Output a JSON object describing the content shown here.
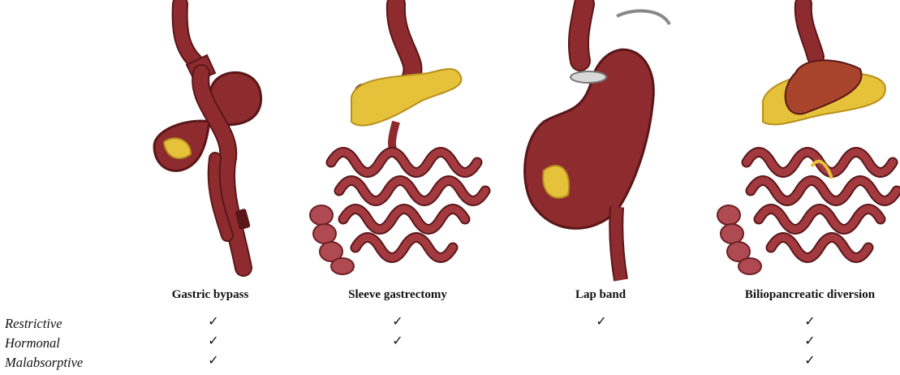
{
  "procedures": [
    {
      "id": "gastric-bypass",
      "title": "Gastric bypass",
      "checks": {
        "restrictive": "✓",
        "hormonal": "✓",
        "malabsorptive": "✓"
      }
    },
    {
      "id": "sleeve-gastrectomy",
      "title": "Sleeve gastrectomy",
      "checks": {
        "restrictive": "✓",
        "hormonal": "✓"
      }
    },
    {
      "id": "lap-band",
      "title": "Lap band",
      "checks": {
        "restrictive": "✓"
      }
    },
    {
      "id": "biliopancreatic-diversion",
      "title": "Biliopancreatic diversion",
      "checks": {
        "restrictive": "✓",
        "hormonal": "✓",
        "malabsorptive": "✓"
      }
    }
  ],
  "rows": [
    {
      "key": "restrictive",
      "label": "Restrictive"
    },
    {
      "key": "hormonal",
      "label": "Hormonal"
    },
    {
      "key": "malabsorptive",
      "label": "Malabsorptive"
    }
  ],
  "colors": {
    "stomach": "#8e2b2f",
    "stomach_dark": "#5a1618",
    "pancreas": "#e6c23a",
    "pancreas_dark": "#b8901c",
    "colon": "#b04a52",
    "band": "#d9d9d9"
  }
}
